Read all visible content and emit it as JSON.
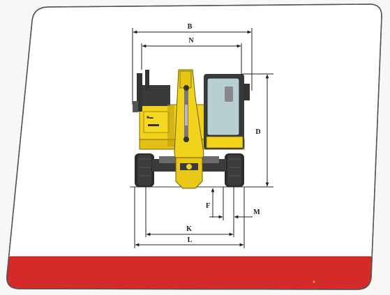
{
  "dimension_labels": {
    "overall_width": "B",
    "upper_width": "N",
    "height": "D",
    "ground_clearance": "F",
    "tire_width": "M",
    "track_gauge": "K",
    "wheel_width": "L"
  },
  "colors": {
    "machine_yellow": "#f2d31b",
    "machine_shadow": "#b89a0c",
    "tire_dark": "#2b2b2b",
    "glass": "#b8cfd2",
    "band_red": "#d32a2a",
    "dimension_line": "#222222",
    "card_border": "#555555"
  },
  "icons": {
    "machine": "wheeled-excavator-front-view-icon"
  }
}
